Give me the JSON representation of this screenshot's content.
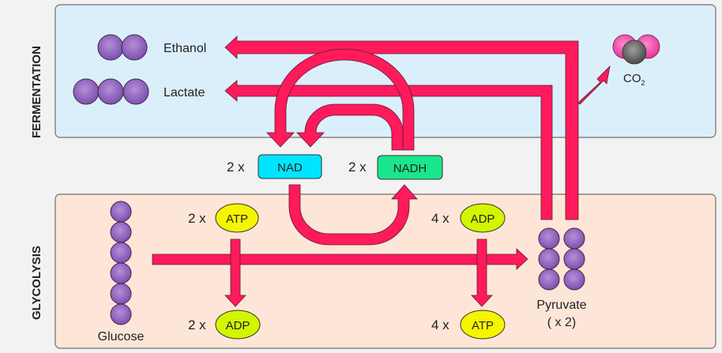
{
  "sections": {
    "fermentation": {
      "label": "FERMENTATION",
      "bg": "#dbeffb"
    },
    "glycolysis": {
      "label": "GLYCOLYSIS",
      "bg": "#fde6d8"
    }
  },
  "molecules": {
    "ethanol": {
      "label": "Ethanol"
    },
    "lactate": {
      "label": "Lactate"
    },
    "co2": {
      "label": "CO",
      "subscript": "2"
    },
    "glucose": {
      "label": "Glucose"
    },
    "pyruvate": {
      "label": "Pyruvate",
      "sublabel": "( x 2)"
    }
  },
  "cofactors": {
    "nad": {
      "count": "2 x",
      "label": "NAD",
      "color": "#00e5ff"
    },
    "nadh": {
      "count": "2 x",
      "label": "NADH",
      "color": "#19e68c"
    },
    "atp_in": {
      "count": "2 x",
      "label": "ATP",
      "color": "#f5f500"
    },
    "adp_out": {
      "count": "2 x",
      "label": "ADP",
      "color": "#d4f500"
    },
    "adp_in": {
      "count": "4 x",
      "label": "ADP",
      "color": "#d4f500"
    },
    "atp_out": {
      "count": "4 x",
      "label": "ATP",
      "color": "#f5f500"
    }
  },
  "colors": {
    "arrow": "#ff1a5c",
    "carbon": "#9b6bc7",
    "oxygen": "#ff5cb0",
    "co2_carbon": "#777777"
  }
}
